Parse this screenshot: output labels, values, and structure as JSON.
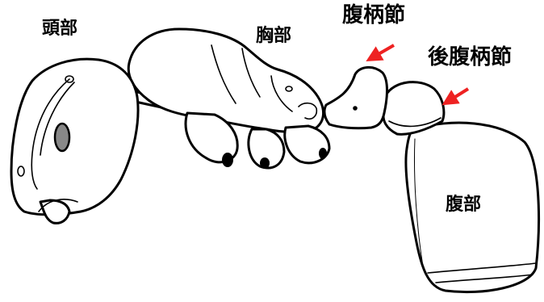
{
  "labels": {
    "head": "頭部",
    "thorax": "胸部",
    "petiole": "腹柄節",
    "postpetiole": "後腹柄節",
    "gaster": "腹部"
  },
  "colors": {
    "arrow": "#ee2222",
    "eye": "#888888",
    "outline": "#000000",
    "fill": "#ffffff"
  },
  "icons": {
    "petiole_pointer": "red-arrow-icon",
    "postpetiole_pointer": "red-arrow-icon"
  }
}
